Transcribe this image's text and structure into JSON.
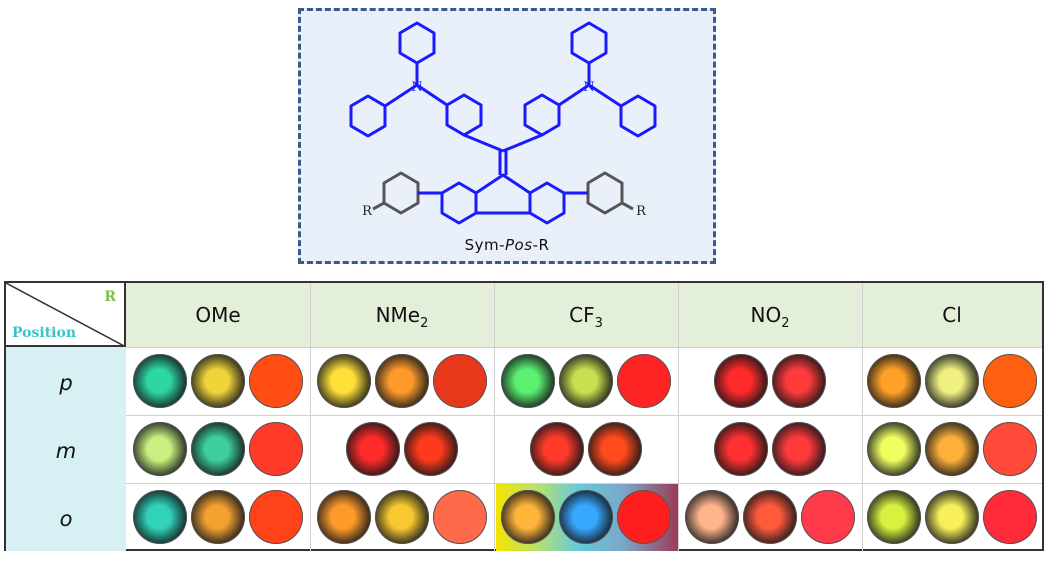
{
  "figure": {
    "molecule_name_prefix": "Sym-",
    "molecule_name_italic": "Pos",
    "molecule_name_suffix": "-R",
    "atom_N": "N",
    "atom_R": "R"
  },
  "table": {
    "corner": {
      "top_right": "R",
      "bottom_left": "Position"
    },
    "columns": [
      {
        "base": "OMe",
        "sub": ""
      },
      {
        "base": "NMe",
        "sub": "2"
      },
      {
        "base": "CF",
        "sub": "3"
      },
      {
        "base": "NO",
        "sub": "2"
      },
      {
        "base": "Cl",
        "sub": ""
      }
    ],
    "rows": [
      "p",
      "m",
      "o"
    ],
    "samples": {
      "OMe": {
        "p": [
          "#2ed6a4",
          "#f0d43a",
          "#ff4d14"
        ],
        "m": [
          "#c8f080",
          "#3ecf9c",
          "#ff3a28"
        ],
        "o": [
          "#31d3b8",
          "#f2a030",
          "#ff4218"
        ]
      },
      "NMe2": {
        "p": [
          "#ffe03a",
          "#ff9a2a",
          "#e8381c"
        ],
        "m": [
          "#ff2a2a",
          "#ff3a1c"
        ],
        "o": [
          "#ff9a2a",
          "#f8c830",
          "#ff6a4a"
        ]
      },
      "CF3": {
        "p": [
          "#5cf070",
          "#c8e050",
          "#ff2424"
        ],
        "m": [
          "#ff3a2a",
          "#ff4a1c"
        ],
        "o": [
          "#ffb43a",
          "#38a8ff",
          "#ff1e1e"
        ]
      },
      "NO2": {
        "p": [
          "#ff2a2a",
          "#ff3a3a"
        ],
        "m": [
          "#ff3030",
          "#ff3a3a"
        ],
        "o": [
          "#ffb48a",
          "#ff5a3a",
          "#ff3a4a"
        ]
      },
      "Cl": {
        "p": [
          "#ffa028",
          "#f0f080",
          "#ff6010"
        ],
        "m": [
          "#f0ff60",
          "#ffb03a",
          "#ff4a3a"
        ],
        "o": [
          "#d8f040",
          "#f8f05a",
          "#ff2a3a"
        ]
      }
    }
  },
  "colors": {
    "molecule_highlight": "#1a1aff",
    "header_bg": "#e3efd8",
    "position_bg": "#d7f0f4",
    "box_border": "#3d5a87",
    "R_label": "#7cc043",
    "Position_label": "#36c4c9"
  }
}
